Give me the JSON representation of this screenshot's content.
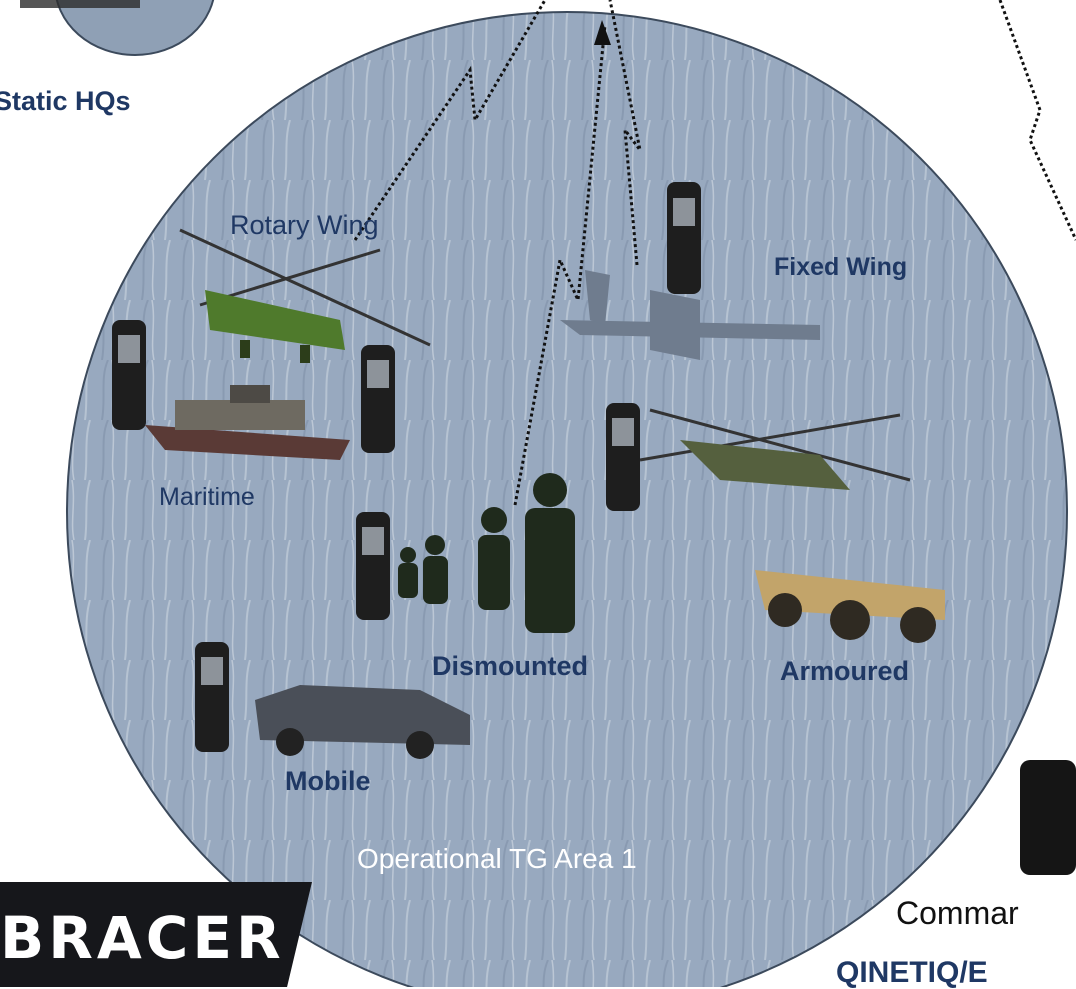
{
  "labels": {
    "static_hqs": "Static HQs",
    "rotary_wing": "Rotary Wing",
    "fixed_wing": "Fixed Wing",
    "maritime": "Maritime",
    "dismounted": "Dismounted",
    "armoured": "Armoured",
    "mobile": "Mobile",
    "area": "Operational TG Area 1",
    "command_partial": "Commar",
    "org_partial": "QINETIQ/E"
  },
  "logo": {
    "text": "BRACER"
  },
  "colors": {
    "label_dark": "#1f3864",
    "area_fill": "#98a9bf",
    "area_stroke": "#3c4a5c",
    "radio_body": "#1e1e1e",
    "logo_bg": "#16171b"
  },
  "icons": [
    "radio-icon",
    "helicopter-icon",
    "aircraft-icon",
    "boat-icon",
    "attack-helicopter-icon",
    "soldier-icon",
    "armoured-vehicle-icon",
    "car-icon"
  ]
}
